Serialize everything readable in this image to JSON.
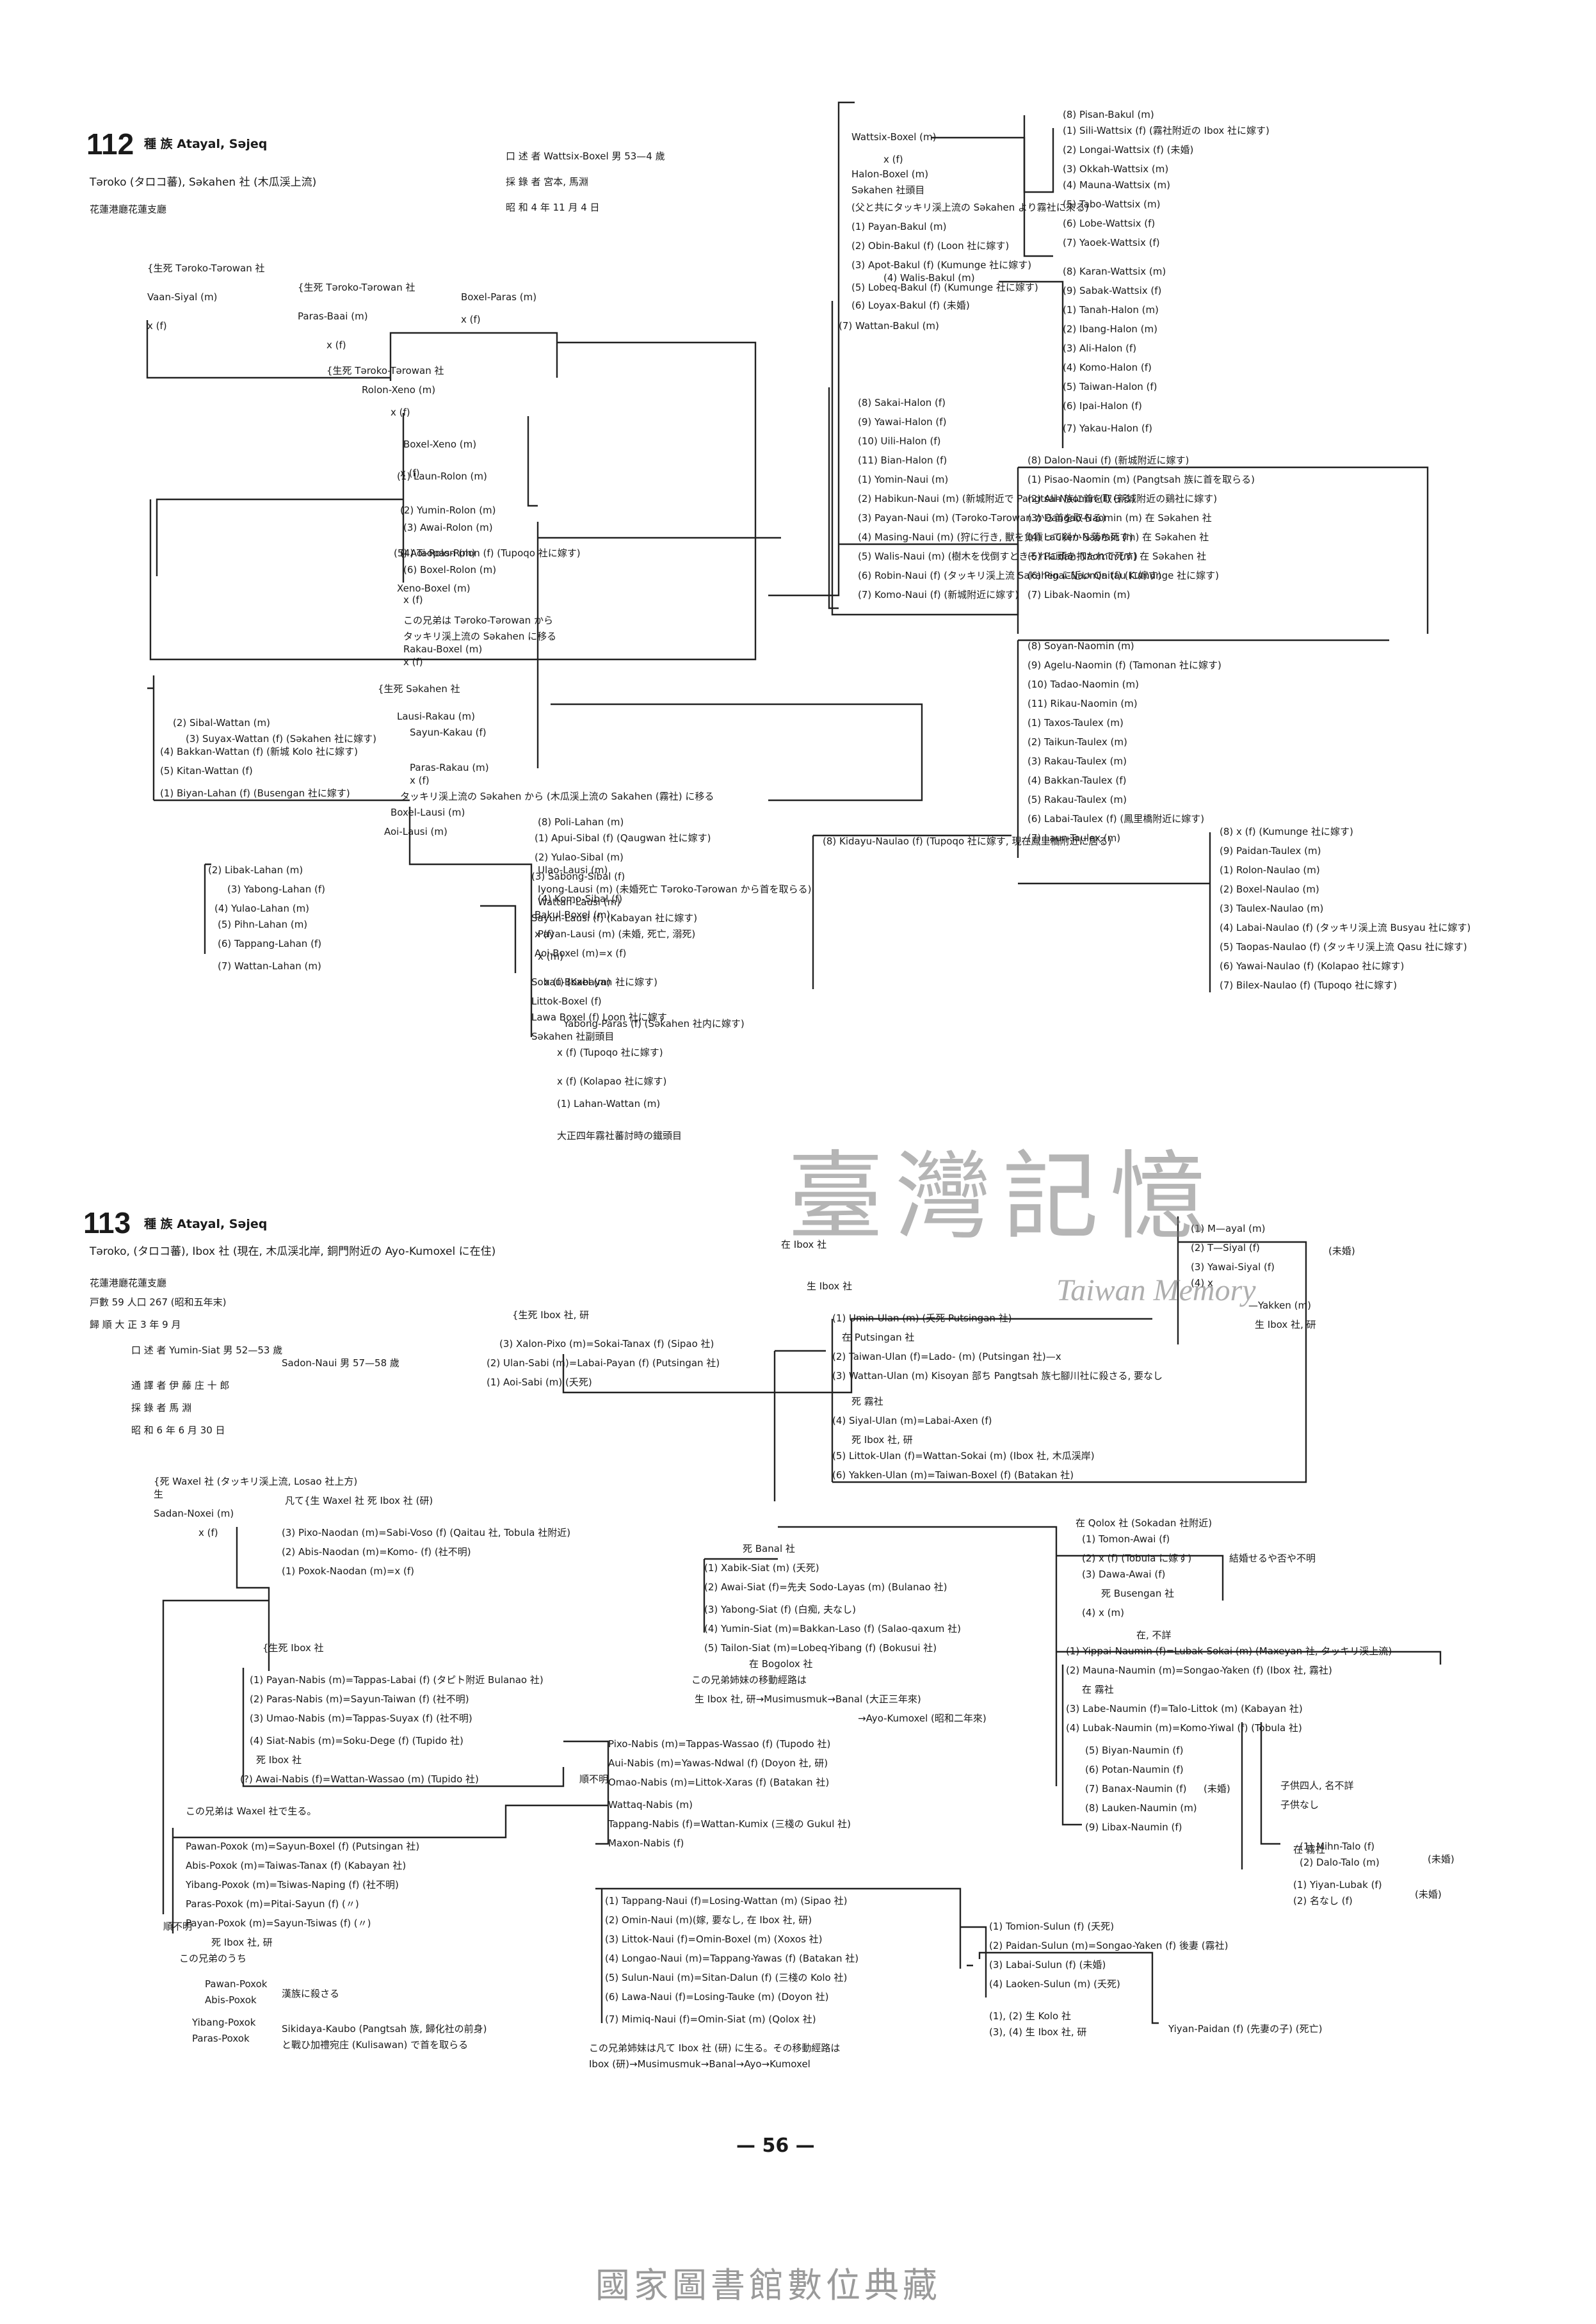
{
  "s112": {
    "number": "112",
    "title": "種 族 Atayal, Sәjeq",
    "subtitle": "Tәroko (タロコ蕃), Sәkahen 社 (木瓜渓上流)",
    "agency": "花蓮港廳花蓮支廳",
    "narrator": "口 述 者 Wattsix-Boxel 男 53—4 歲",
    "recorder": "採 錄 者 宮本, 馬淵",
    "date": "昭 和 4 年 11 月 4 日",
    "lines": [
      "{生死 Tәroko-Tәrowan 社",
      "Vaan-Siyal (m)",
      "x (f)",
      "{生死 Tәroko-Tәrowan 社",
      "Paras-Baai (m)",
      "x (f)",
      "{生死 Tәroko-Tәrowan 社",
      "Boxel-Paras (m)",
      "x (f)",
      "Rolon-Xeno (m)",
      "x (f)",
      "Boxel-Xeno (m)",
      "x (f)",
      "(1) Laun-Rolon (m)",
      "(2) Yumin-Rolon (m)",
      "(3) Awai-Rolon (m)",
      "(4) Taopas-Rolon (f) (Tupoqo 社に嫁す)",
      "(5) Aoi-Rolon (m)",
      "(6) Boxel-Rolon (m)",
      "Xeno-Boxel (m)",
      "x (f)",
      "この兄弟は Tәroko-Tәrowan から",
      "タッキリ渓上流の Sәkahen に移る",
      "Rakau-Boxel (m)",
      "x (f)",
      "{生死 Sәkahen 社",
      "Lausi-Rakau (m)",
      "Sayun-Kakau (f)",
      "Paras-Rakau (m)",
      "x (f)",
      "タッキリ渓上流の Sәkahen から (木瓜渓上流の Sakahen (霧社) に移る",
      "Boxel-Lausi (m)",
      "Aoi-Lausi (m)",
      "Ulao-Lausi (m)",
      "Iyong-Lausi (m) (未婚死亡 Tәroko-Tәrowan から首を取らる)",
      "Wattan-Lausi (m)",
      "Sayun-Lausi (f) (Kabayan 社に嫁す)",
      "Payan-Lausi (m) (未婚, 死亡, 溺死)",
      "x (m)",
      "x (f) (Kabayan 社に嫁す)",
      "Yabong-Paras (f) (Sәkahen 社内に嫁す)",
      "x (f) (Tupoqo 社に嫁す)",
      "x (f) (Kolapao 社に嫁す)",
      "(1) Lahan-Wattan (m)",
      "大正四年霧社蕃討時の鐵頭目",
      "(2) Sibal-Wattan (m)",
      "(3) Suyax-Wattan (f) (Sәkahen 社に嫁す)",
      "(4) Bakkan-Wattan (f) (新城 Kolo 社に嫁す)",
      "(5) Kitan-Wattan (f)",
      "(1) Biyan-Lahan (f) (Busengan 社に嫁す)",
      "(2) Libak-Lahan (m)",
      "(3) Yabong-Lahan (f)",
      "(4) Yulao-Lahan (m)",
      "(5) Pihn-Lahan (m)",
      "(6) Tappang-Lahan (f)",
      "(7) Wattan-Lahan (m)",
      "(8) Poli-Lahan (m)",
      "(1) Apui-Sibal (f) (Qaugwan 社に嫁す)",
      "(2) Yulao-Sibal (m)",
      "(3) Sabong-Sibal (f)",
      "(4) Komo-Sibal (f)",
      "Bakul-Boxel (m)",
      "x (f)",
      "Aoi-Boxel (m)=x (f)",
      "Sobau-Boxel (m)",
      "Littok-Boxel (f)",
      "Lawa Boxel (f) Loon 社に嫁す",
      "Sәkahen 社副頭目",
      "Wattsix-Boxel (m)",
      "x (f)",
      "Halon-Boxel (m)",
      "Sәkahen 社頭目",
      "(父と共にタッキリ渓上流の Sәkahen より霧社に來る)",
      "(1) Payan-Bakul (m)",
      "(2) Obin-Bakul (f) (Loon 社に嫁す)",
      "(3) Apot-Bakul (f) (Kumunge 社に嫁す)",
      "(4) Walis-Bakul (m)",
      "(5) Lobeq-Bakul (f) (Kumunge 社に嫁す)",
      "(6) Loyax-Bakul (f) (未婚)",
      "(7) Wattan-Bakul (m)",
      "(8) Pisan-Bakul (m)",
      "(1) Sili-Wattsix (f) (霧社附近の Ibox 社に嫁す)",
      "(2) Longai-Wattsix (f) (未婚)",
      "(3) Okkah-Wattsix (m)",
      "(4) Mauna-Wattsix (m)",
      "(5) Tabo-Wattsix (m)",
      "(6) Lobe-Wattsix (f)",
      "(7) Yaoek-Wattsix (f)",
      "(8) Karan-Wattsix (m)",
      "(9) Sabak-Wattsix (f)",
      "(1) Tanah-Halon (m)",
      "(2) Ibang-Halon (m)",
      "(3) Ali-Halon (f)",
      "(4) Komo-Halon (f)",
      "(5) Taiwan-Halon (f)",
      "(6) Ipai-Halon (f)",
      "(7) Yakau-Halon (f)",
      "(8) Sakai-Halon (f)",
      "(9) Yawai-Halon (f)",
      "(10) Uili-Halon (f)",
      "(11) Bian-Halon (f)",
      "(1) Yomin-Naui (m)",
      "(2) Habikun-Naui (m) (新城附近で Pangtsah 族に首を取らる)",
      "(3) Payan-Naui (m) (Tәroko-Tәrowan から首を取らる)",
      "(4) Masing-Naui (m) (狩に行き, 獸を負貢って斜から落ち死す)",
      "(5) Walis-Naui (m) (樹木を伐倒すときそれに頭を打たれて死す)",
      "(6) Robin-Naui (f) (タッキリ渓上流 Sakahen に近い Qaitau に嫁す)",
      "(7) Komo-Naui (f) (新城附近に嫁す)",
      "(8) Dalon-Naui (f) (新城附近に嫁す)",
      "(1) Pisao-Naomin (m) (Pangtsah 族に首を取らる)",
      "(2) Ali-Naomin (f) (新城附近の鷄社に嫁す)",
      "(3) Dangao-Naomin (m) 在 Sәkahen 社",
      "(4) Lauken-Naomin (m) 在 Sәkahen 社",
      "(5) Paidan-Naomin (m) 在 Sәkahen 社",
      "(6) Pigai-Naomin (f) (Kumunge 社に嫁す)",
      "(7) Libak-Naomin (m)",
      "(8) Soyan-Naomin (m)",
      "(9) Agelu-Naomin (f) (Tamonan 社に嫁す)",
      "(10) Tadao-Naomin (m)",
      "(11) Rikau-Naomin (m)",
      "(1) Taxos-Taulex (m)",
      "(2) Taikun-Taulex (m)",
      "(3) Rakau-Taulex (m)",
      "(4) Bakkan-Taulex (f)",
      "(5) Rakau-Taulex (m)",
      "(6) Labai-Taulex (f) (鳳里橋附近に嫁す)",
      "(7) Laun-Taulex (m)",
      "(8) x (f) (Kumunge 社に嫁す)",
      "(9) Paidan-Taulex (m)",
      "(1) Rolon-Naulao (m)",
      "(2) Boxel-Naulao (m)",
      "(3) Taulex-Naulao (m)",
      "(4) Labai-Naulao (f) (タッキリ渓上流 Busyau 社に嫁す)",
      "(5) Taopas-Naulao (f) (タッキリ渓上流 Qasu 社に嫁す)",
      "(6) Yawai-Naulao (f) (Kolapao 社に嫁す)",
      "(7) Bilex-Naulao (f) (Tupoqo 社に嫁す)",
      "(8) Kidayu-Naulao (f) (Tupoqo 社に嫁す, 現在鳳里橋附近に居る)"
    ]
  },
  "s113": {
    "number": "113",
    "title": "種 族 Atayal, Sәjeq",
    "subtitle": "Tәroko, (タロコ蕃), Ibox 社 (現在, 木瓜渓北岸, 銅門附近の Ayo-Kumoxel に在住)",
    "agency": "花蓮港廳花蓮支廳",
    "households": "戸數 59 人口 267 (昭和五年末)",
    "submission": "歸 順 大 正 3 年 9 月",
    "narrator1": "口 述 者 Yumin-Siat 男 52—53 歲",
    "narrator2": "Sadon-Naui 男 57—58 歲",
    "guide": "通 譯 者 伊 藤 庄 十 郎",
    "recorder": "採 錄 者 馬 淵",
    "date": "昭 和 6 年 6 月 30 日",
    "lines": [
      "{生死 Ibox 社, 研",
      "(3) Xalon-Pixo (m)=Sokai-Tanax (f) (Sipao 社)",
      "(2) Ulan-Sabi (m)=Labai-Payan (f) (Putsingan 社)",
      "(1) Aoi-Sabi (m) (夭死)",
      "在 Ibox 社",
      "生 Ibox 社",
      "(1) Umin-Ulan (m) (夭死 Putsingan 社)",
      "在 Putsingan 社",
      "(2) Taiwan-Ulan (f)=Lado- (m) (Putsingan 社)—x",
      "(3) Wattan-Ulan (m) Kisoyan 部ち Pangtsah 族七腳川社に殺さる, 要なし",
      "死 霧社",
      "(4) Siyal-Ulan (m)=Labai-Axen (f)",
      "死 Ibox 社, 研",
      "(5) Littok-Ulan (f)=Wattan-Sokai (m) (Ibox 社, 木瓜渓岸)",
      "(6) Yakken-Ulan (m)=Taiwan-Boxel (f) (Batakan 社)",
      "(1) M—ayal (m)",
      "(2) T—Siyal (f)",
      "(3) Yawai-Siyal (f)",
      "(4) x",
      "(未婚)",
      "—Yakken (m)",
      "生 Ibox 社, 研",
      "{死 Waxel 社 (タッキリ渓上流, Losao 社上方)",
      "生",
      "Sadan-Noxei (m)",
      "x (f)",
      "凡て{生 Waxel 社 死 Ibox 社 (研)",
      "(3) Pixo-Naodan (m)=Sabi-Voso (f) (Qaitau 社, Tobula 社附近)",
      "(2) Abis-Naodan (m)=Komo- (f) (社不明)",
      "(1) Poxok-Naodan (m)=x (f)",
      "死 Banal 社",
      "(1) Xabik-Siat (m) (夭死)",
      "(2) Awai-Siat (f)=先夫 Sodo-Layas (m) (Bulanao 社)",
      "(3) Yabong-Siat (f) (白痴, 夫なし)",
      "(4) Yumin-Siat (m)=Bakkan-Laso (f) (Salao-qaxum 社)",
      "(5) Tailon-Siat (m)=Lobeq-Yibang (f) (Bokusui 社)",
      "在 Bogolox 社",
      "この兄弟姉妹の移動經路は",
      "生 Ibox 社, 研→Musimusmuk→Banal (大正三年來)",
      "→Ayo-Kumoxel (昭和二年來)",
      "在 Qolox 社 (Sokadan 社附近)",
      "(1) Tomon-Awai (f)",
      "(2) x (f) (Tobula に嫁す)",
      "(3) Dawa-Awai (f)",
      "死 Busengan 社",
      "(4) x (m)",
      "結婚せるや否や不明",
      "在, 不詳",
      "(1) Yippai-Naumin (f)=Lubak-Sokai (m) (Maxeyan 社, タッキリ渓上流)",
      "(2) Mauna-Naumin (m)=Songao-Yaken (f) (Ibox 社, 霧社)",
      "在 霧社",
      "(3) Labe-Naumin (f)=Talo-Littok (m) (Kabayan 社)",
      "(4) Lubak-Naumin (m)=Komo-Yiwal (f) (Tobula 社)",
      "(5) Biyan-Naumin (f)",
      "(6) Potan-Naumin (f)",
      "(7) Banax-Naumin (f)",
      "(8) Lauken-Naumin (m)",
      "(9) Libax-Naumin (f)",
      "(未婚)",
      "子供四人, 名不詳",
      "子供なし",
      "在 霧社",
      "(1) Mihn-Talo (f)",
      "(2) Dalo-Talo (m)",
      "(未婚)",
      "(1) Yiyan-Lubak (f)",
      "(2) 名なし (f)",
      "(未婚)",
      "{生死 Ibox 社",
      "(1) Payan-Nabis (m)=Tappas-Labai (f) (タピト附近 Bulanao 社)",
      "(2) Paras-Nabis (m)=Sayun-Taiwan (f) (社不明)",
      "(3) Umao-Nabis (m)=Tappas-Suyax (f) (社不明)",
      "(4) Siat-Nabis (m)=Soku-Dege (f) (Tupido 社)",
      "死 Ibox 社",
      "(?) Awai-Nabis (f)=Wattan-Wassao (m) (Tupido 社)",
      "この兄弟は Waxel 社で生る。",
      "Pixo-Nabis (m)=Tappas-Wassao (f) (Tupodo 社)",
      "Aui-Nabis (m)=Yawas-Ndwal (f) (Doyon 社, 研)",
      "Omao-Nabis (m)=Littok-Xaras (f) (Batakan 社)",
      "Wattaq-Nabis (m)",
      "Tappang-Nabis (f)=Wattan-Kumix (三棧の Gukul 社)",
      "Maxon-Nabis (f)",
      "順不明",
      "Pawan-Poxok (m)=Sayun-Boxel (f) (Putsingan 社)",
      "Abis-Poxok (m)=Taiwas-Tanax (f) (Kabayan 社)",
      "Yibang-Poxok (m)=Tsiwas-Naping (f) (社不明)",
      "Paras-Poxok (m)=Pitai-Sayun (f) (〃)",
      "Payan-Poxok (m)=Sayun-Tsiwas (f) (〃)",
      "順不明",
      "死 Ibox 社, 研",
      "この兄弟のうち",
      "Pawan-Poxok",
      "Abis-Poxok",
      "漢族に殺さる",
      "Yibang-Poxok",
      "Paras-Poxok",
      "Sikidaya-Kaubo (Pangtsah 族, 歸化社の前身)",
      "と戰ひ加禮宛庄 (Kulisawan) で首を取らる",
      "(1) Tappang-Naui (f)=Losing-Wattan (m) (Sipao 社)",
      "(2) Omin-Naui (m)(嫁, 要なし, 在 Ibox 社, 研)",
      "(3) Littok-Naui (f)=Omin-Boxel (m) (Xoxos 社)",
      "(4) Longao-Naui (m)=Tappang-Yawas (f) (Batakan 社)",
      "(5) Sulun-Naui (m)=Sitan-Dalun (f) (三棧の Kolo 社)",
      "(6) Lawa-Naui (f)=Losing-Tauke (m) (Doyon 社)",
      "(7) Mimiq-Naui (f)=Omin-Siat (m) (Qolox 社)",
      "この兄弟姉妹は凡て Ibox 社 (研) に生る。その移動經路は",
      "Ibox (研)→Musimusmuk→Banal→Ayo→Kumoxel",
      "(1) Tomion-Sulun (f) (夭死)",
      "(2) Paidan-Sulun (m)=Songao-Yaken (f) 後妻 (霧社)",
      "(3) Labai-Sulun (f) (未婚)",
      "(4) Laoken-Sulun (m) (夭死)",
      "(1), (2) 生 Kolo 社",
      "(3), (4) 生 Ibox 社, 研",
      "Yiyan-Paidan (f) (先妻の子) (死亡)"
    ]
  },
  "watermark": {
    "cjk": "臺灣記憶",
    "latin": "Taiwan Memory"
  },
  "page_number": "— 56 —",
  "footer": "國家圖書館數位典藏"
}
